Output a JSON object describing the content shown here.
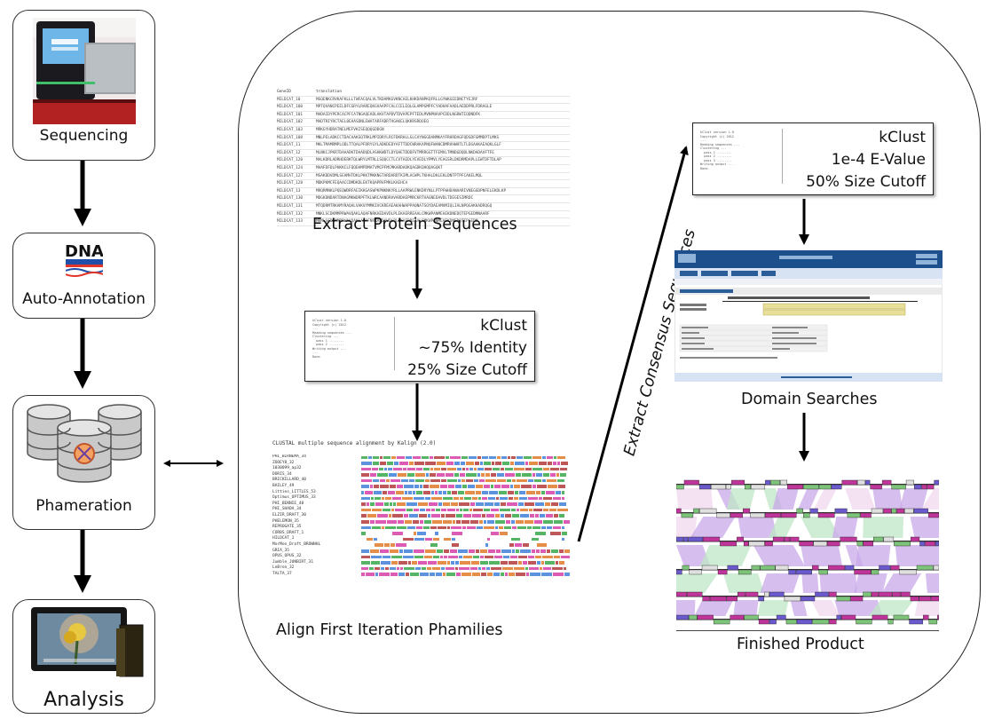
{
  "workflow_steps": [
    {
      "label": "Sequencing",
      "icon": "sequencer-photo-icon"
    },
    {
      "label": "Auto-Annotation",
      "icon": "dna-logo-icon",
      "logo_text": "DNA"
    },
    {
      "label": "Phameration",
      "icon": "database-icon"
    },
    {
      "label": "Analysis",
      "icon": "monitor-camera-icon"
    }
  ],
  "pipeline": {
    "extract_protein": {
      "caption": "Extract Protein Sequences",
      "table_header": [
        "GeneID",
        "translation"
      ],
      "table_rows": [
        "MILDCAT_10",
        "MILDCAT_100",
        "MILDCAT_101",
        "MILDCAT_102",
        "MILDCAT_103",
        "MILDCAT_108",
        "MILDCAT_11",
        "MILDCAT_12",
        "MILDCAT_120",
        "MILDCAT_124",
        "MILDCAT_127",
        "MILDCAT_128",
        "MILDCAT_13",
        "MILDCAT_130",
        "MILDCAT_131",
        "MILDCAT_132",
        "MILDCAT_133"
      ]
    },
    "kclust_1": {
      "title": "kClust",
      "line1": "~75% Identity",
      "line2": "25% Size Cutoff"
    },
    "align": {
      "caption": "Align First Iteration Phamilies",
      "header": "CLUSTAL multiple sequence alignment by Kalign (2.0)",
      "names": [
        "PHI_BIRNEMA_34",
        "ZOOEY8_32",
        "1030099_ap32",
        "DORIS_34",
        "BRICKILLARD_40",
        "BAILEY_49",
        "Litties_LITTLES_53",
        "Optimus_OPTIMUS_33",
        "PHI_BENNIE_48",
        "PHI_SHADA_34",
        "ELZIR_DRAFT_30",
        "PHELEMON_35",
        "REPROGATE_35",
        "CORBS_DRAFT_1",
        "HILDCAT_1",
        "MorMoo_Draft_BROWNHL",
        "GRIA_35",
        "OPUS_OPUS_32",
        "Jumble_JUNBIRT_31",
        "LeBron_32",
        "TALTA_37"
      ]
    },
    "arrow_label": "Extract Consensus Sequences",
    "kclust_2": {
      "title": "kClust",
      "line1": "1e-4 E-Value",
      "line2": "50% Size Cutoff"
    },
    "domain": {
      "caption": "Domain Searches"
    },
    "finished": {
      "caption": "Finished Product"
    }
  },
  "colors": {
    "purple": "#c8a8e8",
    "magenta": "#c0359a",
    "green": "#7dc37a",
    "yellow_bar": "#e8df9a",
    "blast_blue": "#1c4f8c"
  }
}
